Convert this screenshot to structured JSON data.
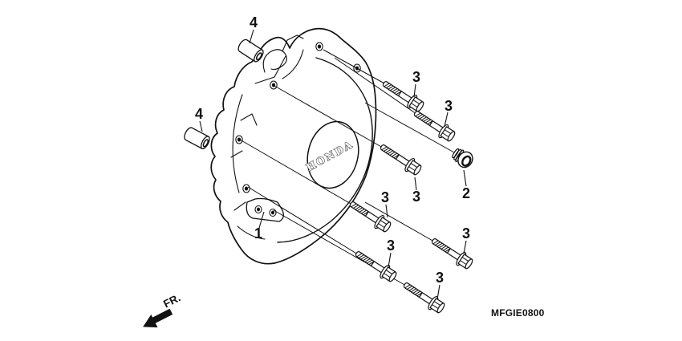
{
  "diagram": {
    "code": "MFGIE0800",
    "badge_text": "HONDA",
    "front_label": "FR.",
    "callouts": {
      "cover": "1",
      "grommet": "2",
      "flange_bolt": "3",
      "dowel_pin": "4"
    }
  },
  "colors": {
    "line": "#111111",
    "background": "#ffffff"
  }
}
